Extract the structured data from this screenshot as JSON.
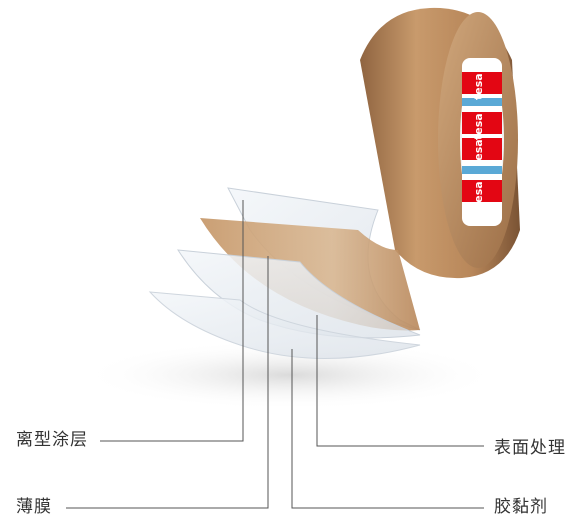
{
  "labels": {
    "release_coating": "离型涂层",
    "film": "薄膜",
    "surface_treatment": "表面处理",
    "adhesive": "胶黏剂"
  },
  "brand": {
    "text": "tesa",
    "red": "#e30613",
    "blue": "#5aa9d6"
  },
  "colors": {
    "tape": "#b8875a",
    "leader_line": "#555555"
  }
}
